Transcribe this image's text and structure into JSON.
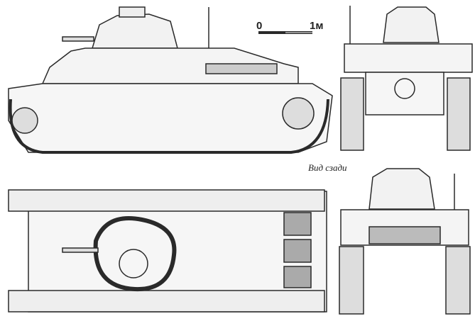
{
  "scale_bar": {
    "start_label": "0",
    "end_label": "1м"
  },
  "rear_view_caption": "Вид сзади",
  "colors": {
    "line": "#2a2a2a",
    "fill": "#eeeeee"
  }
}
